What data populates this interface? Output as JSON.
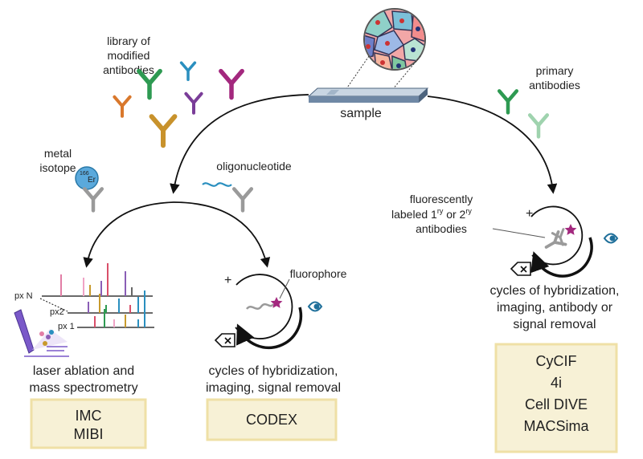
{
  "labels": {
    "library": [
      "library of",
      "modified",
      "antibodies"
    ],
    "sample": "sample",
    "primary": [
      "primary",
      "antibodies"
    ],
    "metal": [
      "metal",
      "isotope"
    ],
    "isotope_mass": "166",
    "isotope_symbol": "Er",
    "oligo": "oligonucleotide",
    "fluor_labeled": [
      "fluorescently",
      "antibodies"
    ],
    "fluor_labeled_mid_a": "labeled 1",
    "fluor_labeled_sup_a": "ry",
    "fluor_labeled_mid_b": " or 2",
    "fluor_labeled_sup_b": "ry",
    "fluorophore": "fluorophore",
    "plus": "+",
    "pxN": "px N",
    "px2": "px2",
    "px1": "px 1",
    "imc_desc": [
      "laser ablation and",
      "mass spectrometry"
    ],
    "codex_desc": [
      "cycles of hybridization,",
      "imaging, signal removal"
    ],
    "right_desc": [
      "cycles of hybridization,",
      "imaging, antibody or",
      "signal removal"
    ]
  },
  "boxes": {
    "imc": [
      "IMC",
      "MIBI"
    ],
    "codex": [
      "CODEX"
    ],
    "right": [
      "CyCIF",
      "4i",
      "Cell DIVE",
      "MACSima"
    ]
  },
  "colors": {
    "box_fill": "#f7f1d6",
    "box_border": "#efe0a6",
    "antibody_gray": "#9a9a9a",
    "green": "#2e9a52",
    "light_green": "#9fd3ae",
    "orange": "#d9782c",
    "blue": "#2a8fbf",
    "purple": "#7a3d98",
    "magenta": "#a3287e",
    "gold": "#c8922c",
    "star": "#a3287e",
    "eye": "#1f6f9a",
    "slide": "#6f88a5"
  },
  "icons": [
    "antibody-icon",
    "slide-icon",
    "eye-icon",
    "eraser-icon",
    "star-icon",
    "laser-icon"
  ]
}
